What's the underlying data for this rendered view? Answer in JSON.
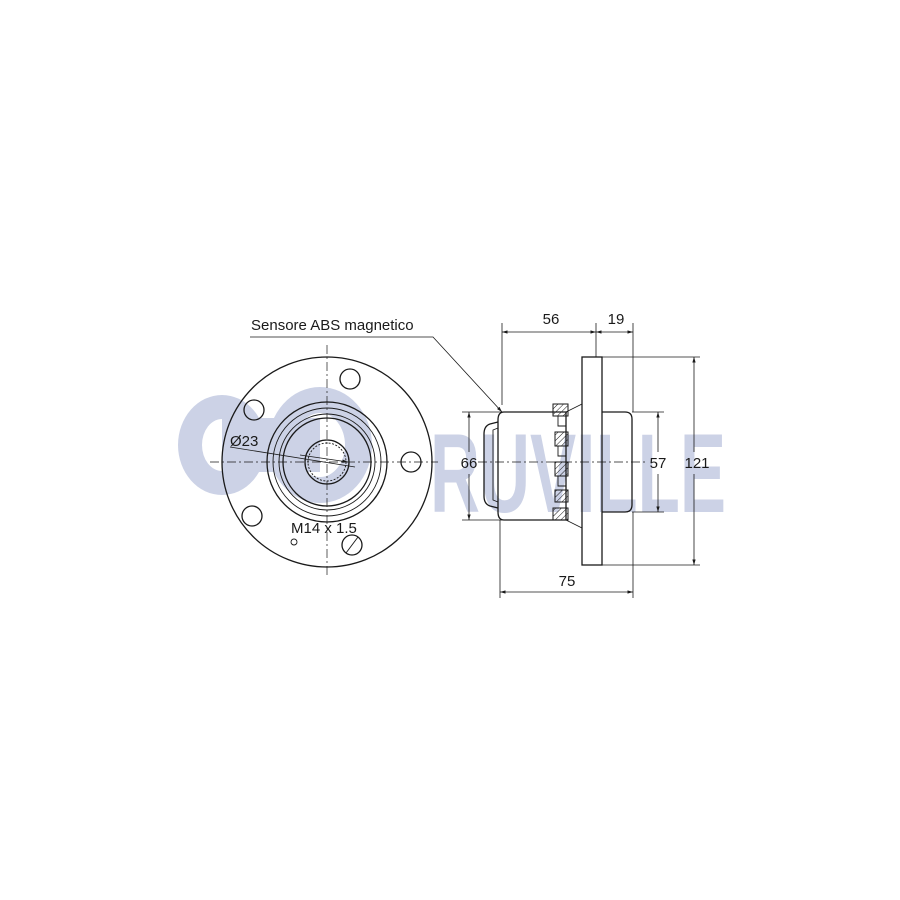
{
  "logo": {
    "text": "RUVILLE",
    "color": "#3f57a6"
  },
  "labels": {
    "sensor": "Sensore ABS magnetico",
    "bore_diameter": "Ø23",
    "thread": "M14 x 1.5"
  },
  "dimensions": {
    "width_56": "56",
    "width_19": "19",
    "diameter_66": "66",
    "diameter_57": "57",
    "diameter_121": "121",
    "overall_75": "75"
  },
  "colors": {
    "line": "#1a1a1a",
    "logo": "#3f57a6",
    "background": "#ffffff"
  }
}
